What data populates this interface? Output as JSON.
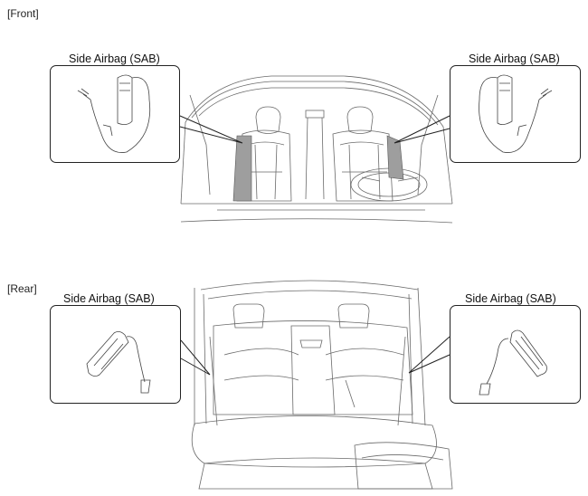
{
  "sections": {
    "front": {
      "label": "[Front]"
    },
    "rear": {
      "label": "[Rear]"
    }
  },
  "callouts": {
    "front_left": {
      "title": "Side Airbag (SAB)"
    },
    "front_right": {
      "title": "Side Airbag (SAB)"
    },
    "rear_left": {
      "title": "Side Airbag (SAB)"
    },
    "rear_right": {
      "title": "Side Airbag (SAB)"
    }
  },
  "colors": {
    "line": "#555555",
    "highlight": "#9e9e9e",
    "frame": "#222222"
  }
}
